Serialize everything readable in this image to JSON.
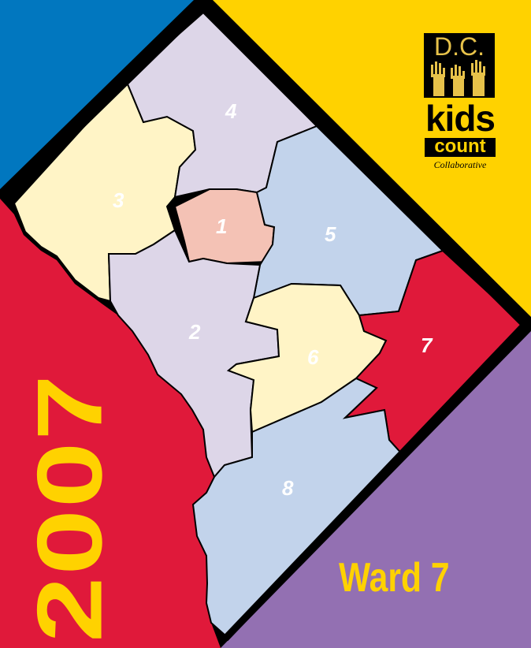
{
  "cover": {
    "year": "2007",
    "title": "Ward 7"
  },
  "logo": {
    "line1": "D.C.",
    "line2": "kids",
    "line3": "count",
    "line4": "Collaborative"
  },
  "wards": [
    {
      "id": "1",
      "label": "1",
      "color": "#F4C2B5"
    },
    {
      "id": "2",
      "label": "2",
      "color": "#DDD6E8"
    },
    {
      "id": "3",
      "label": "3",
      "color": "#FFF4C6"
    },
    {
      "id": "4",
      "label": "4",
      "color": "#DDD6E8"
    },
    {
      "id": "5",
      "label": "5",
      "color": "#C2D3EB"
    },
    {
      "id": "6",
      "label": "6",
      "color": "#FFF4C6"
    },
    {
      "id": "7",
      "label": "7",
      "color": "#E0193A"
    },
    {
      "id": "8",
      "label": "8",
      "color": "#C2D3EB"
    }
  ],
  "highlighted_ward": "7",
  "colors": {
    "background": "#000000",
    "top_left": "#0177BF",
    "top_right": "#FFD200",
    "bottom_right": "#9370B2",
    "left_panel": "#E0193A",
    "text_yellow": "#FFD200",
    "logo_gold": "#E7C24A"
  }
}
